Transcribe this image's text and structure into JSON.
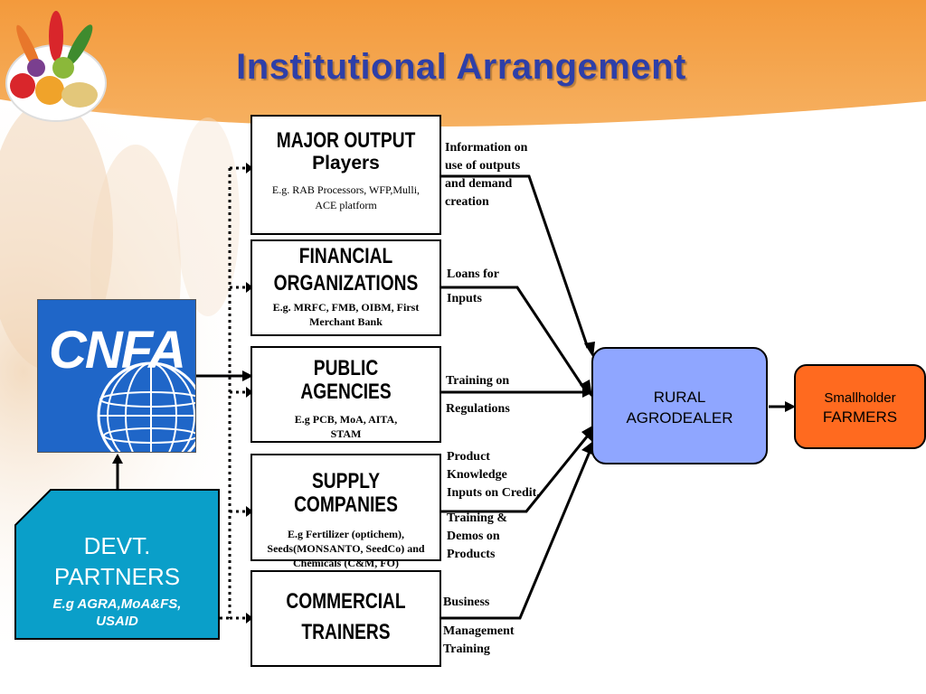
{
  "title": "Institutional Arrangement",
  "colors": {
    "title": "#2e3fa8",
    "rural": "#8fa6ff",
    "farmers": "#ff6a1f",
    "devt": "#0a9fc9",
    "header_band": "#f3a24b"
  },
  "logo": {
    "text": "CNFA"
  },
  "devt_partners": {
    "line1": "DEVT.",
    "line2": "PARTNERS",
    "example": "E.g AGRA,MoA&FS, USAID"
  },
  "boxes": [
    {
      "head1": "MAJOR OUTPUT",
      "head2": "Players",
      "sub": "E.g. RAB Processors, WFP,Mulli, ACE platform"
    },
    {
      "head1": "FINANCIAL",
      "head2": "ORGANIZATIONS",
      "sub": "E.g. MRFC, FMB, OIBM, First Merchant Bank"
    },
    {
      "head1": "PUBLIC AGENCIES",
      "sub": "E.g  PCB, MoA, AITA, STAM"
    },
    {
      "head1": "SUPPLY COMPANIES",
      "sub": "E.g Fertilizer (optichem), Seeds(MONSANTO, SeedCo) and Chemicals (C&M, FO)"
    },
    {
      "head1": "COMMERCIAL",
      "head2": "TRAINERS"
    }
  ],
  "notes": {
    "n1": [
      "Information on",
      "use of outputs",
      "and demand",
      "creation"
    ],
    "n2a": "Loans for",
    "n2b": "Inputs",
    "n3a": "Training on",
    "n3b": "Regulations",
    "n4": [
      "Product",
      "Knowledge",
      "Inputs on Credit,"
    ],
    "n4b": [
      "Training &",
      "Demos on",
      "Products"
    ],
    "n5a": "Business",
    "n5b": [
      "Management",
      "Training"
    ]
  },
  "rural": {
    "line1": "RURAL",
    "line2": "AGRODEALER"
  },
  "farmers": {
    "line1": "Smallholder",
    "line2": "FARMERS"
  }
}
